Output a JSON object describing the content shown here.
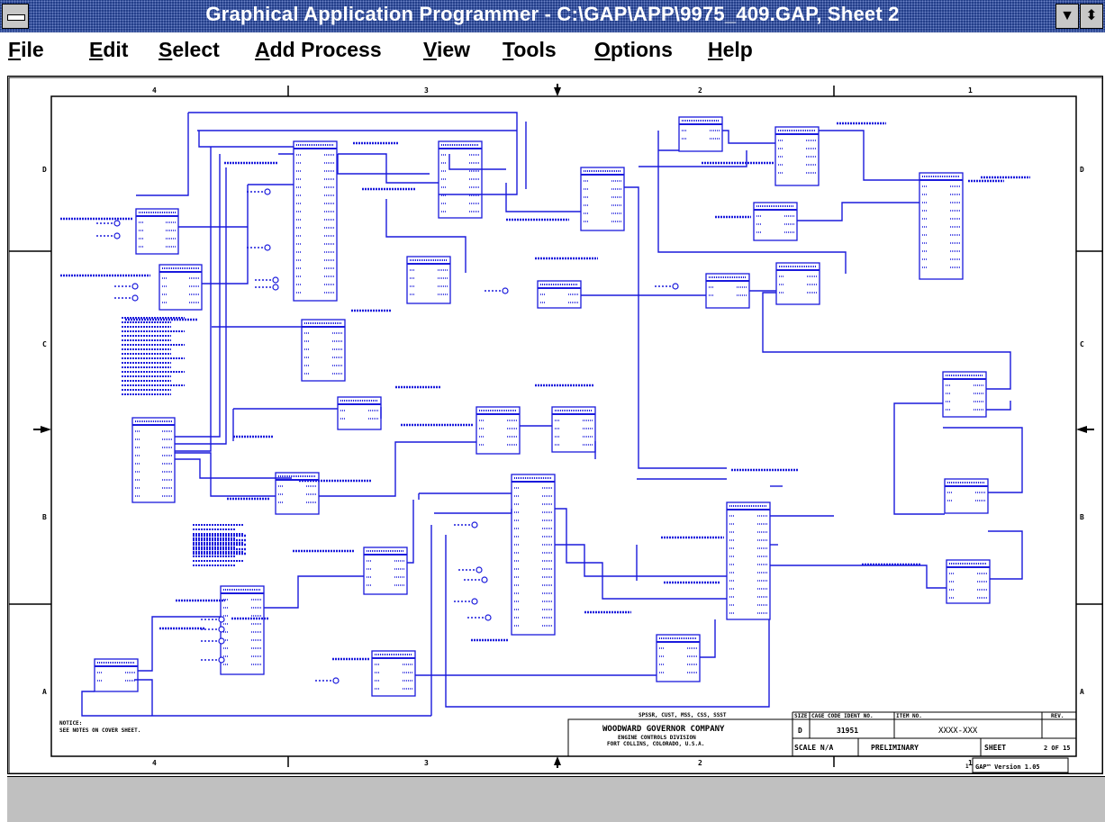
{
  "window": {
    "title": "Graphical Application Programmer - C:\\GAP\\APP\\9975_409.GAP, Sheet 2",
    "sysmenu_icon": "system-menu-icon",
    "minimize_icon": "minimize-arrow-icon",
    "restore_icon": "restore-arrows-icon",
    "minimize_glyph": "▼",
    "restore_glyph": "⬍"
  },
  "menu": [
    {
      "label": "File",
      "hotkey": "F"
    },
    {
      "label": "Edit",
      "hotkey": "E"
    },
    {
      "label": "Select",
      "hotkey": "S"
    },
    {
      "label": "Add Process",
      "hotkey": "A"
    },
    {
      "label": "View",
      "hotkey": "V"
    },
    {
      "label": "Tools",
      "hotkey": "T"
    },
    {
      "label": "Options",
      "hotkey": "O"
    },
    {
      "label": "Help",
      "hotkey": "H"
    }
  ],
  "sheet": {
    "column_labels": [
      "4",
      "3",
      "2",
      "1"
    ],
    "row_labels": [
      "D",
      "C",
      "B",
      "A"
    ],
    "notice": "NOTICE:",
    "notice_line2": "SEE NOTES ON COVER SHEET.",
    "title_block": {
      "doc_ref": "SPSSR, CUST, MSS, CSS, SSST",
      "company": "WOODWARD GOVERNOR COMPANY",
      "division": "ENGINE CONTROLS DIVISION",
      "address": "FORT COLLINS, COLORADO, U.S.A.",
      "size_hdr": "SIZE",
      "size": "D",
      "cage_hdr": "CAGE CODE IDENT NO.",
      "cage": "31951",
      "item_hdr": "ITEM NO.",
      "item": "XXXX-XXX",
      "rev_hdr": "REV.",
      "scale": "SCALE N/A",
      "status": "PRELIMINARY",
      "sheet_label": "SHEET",
      "sheet_of": "2 OF 15",
      "version": "GAP™ Version 1.05",
      "version_mark": "1"
    },
    "line_color": "#1a1adc",
    "border_color": "#000000"
  },
  "status": {
    "text": ""
  }
}
